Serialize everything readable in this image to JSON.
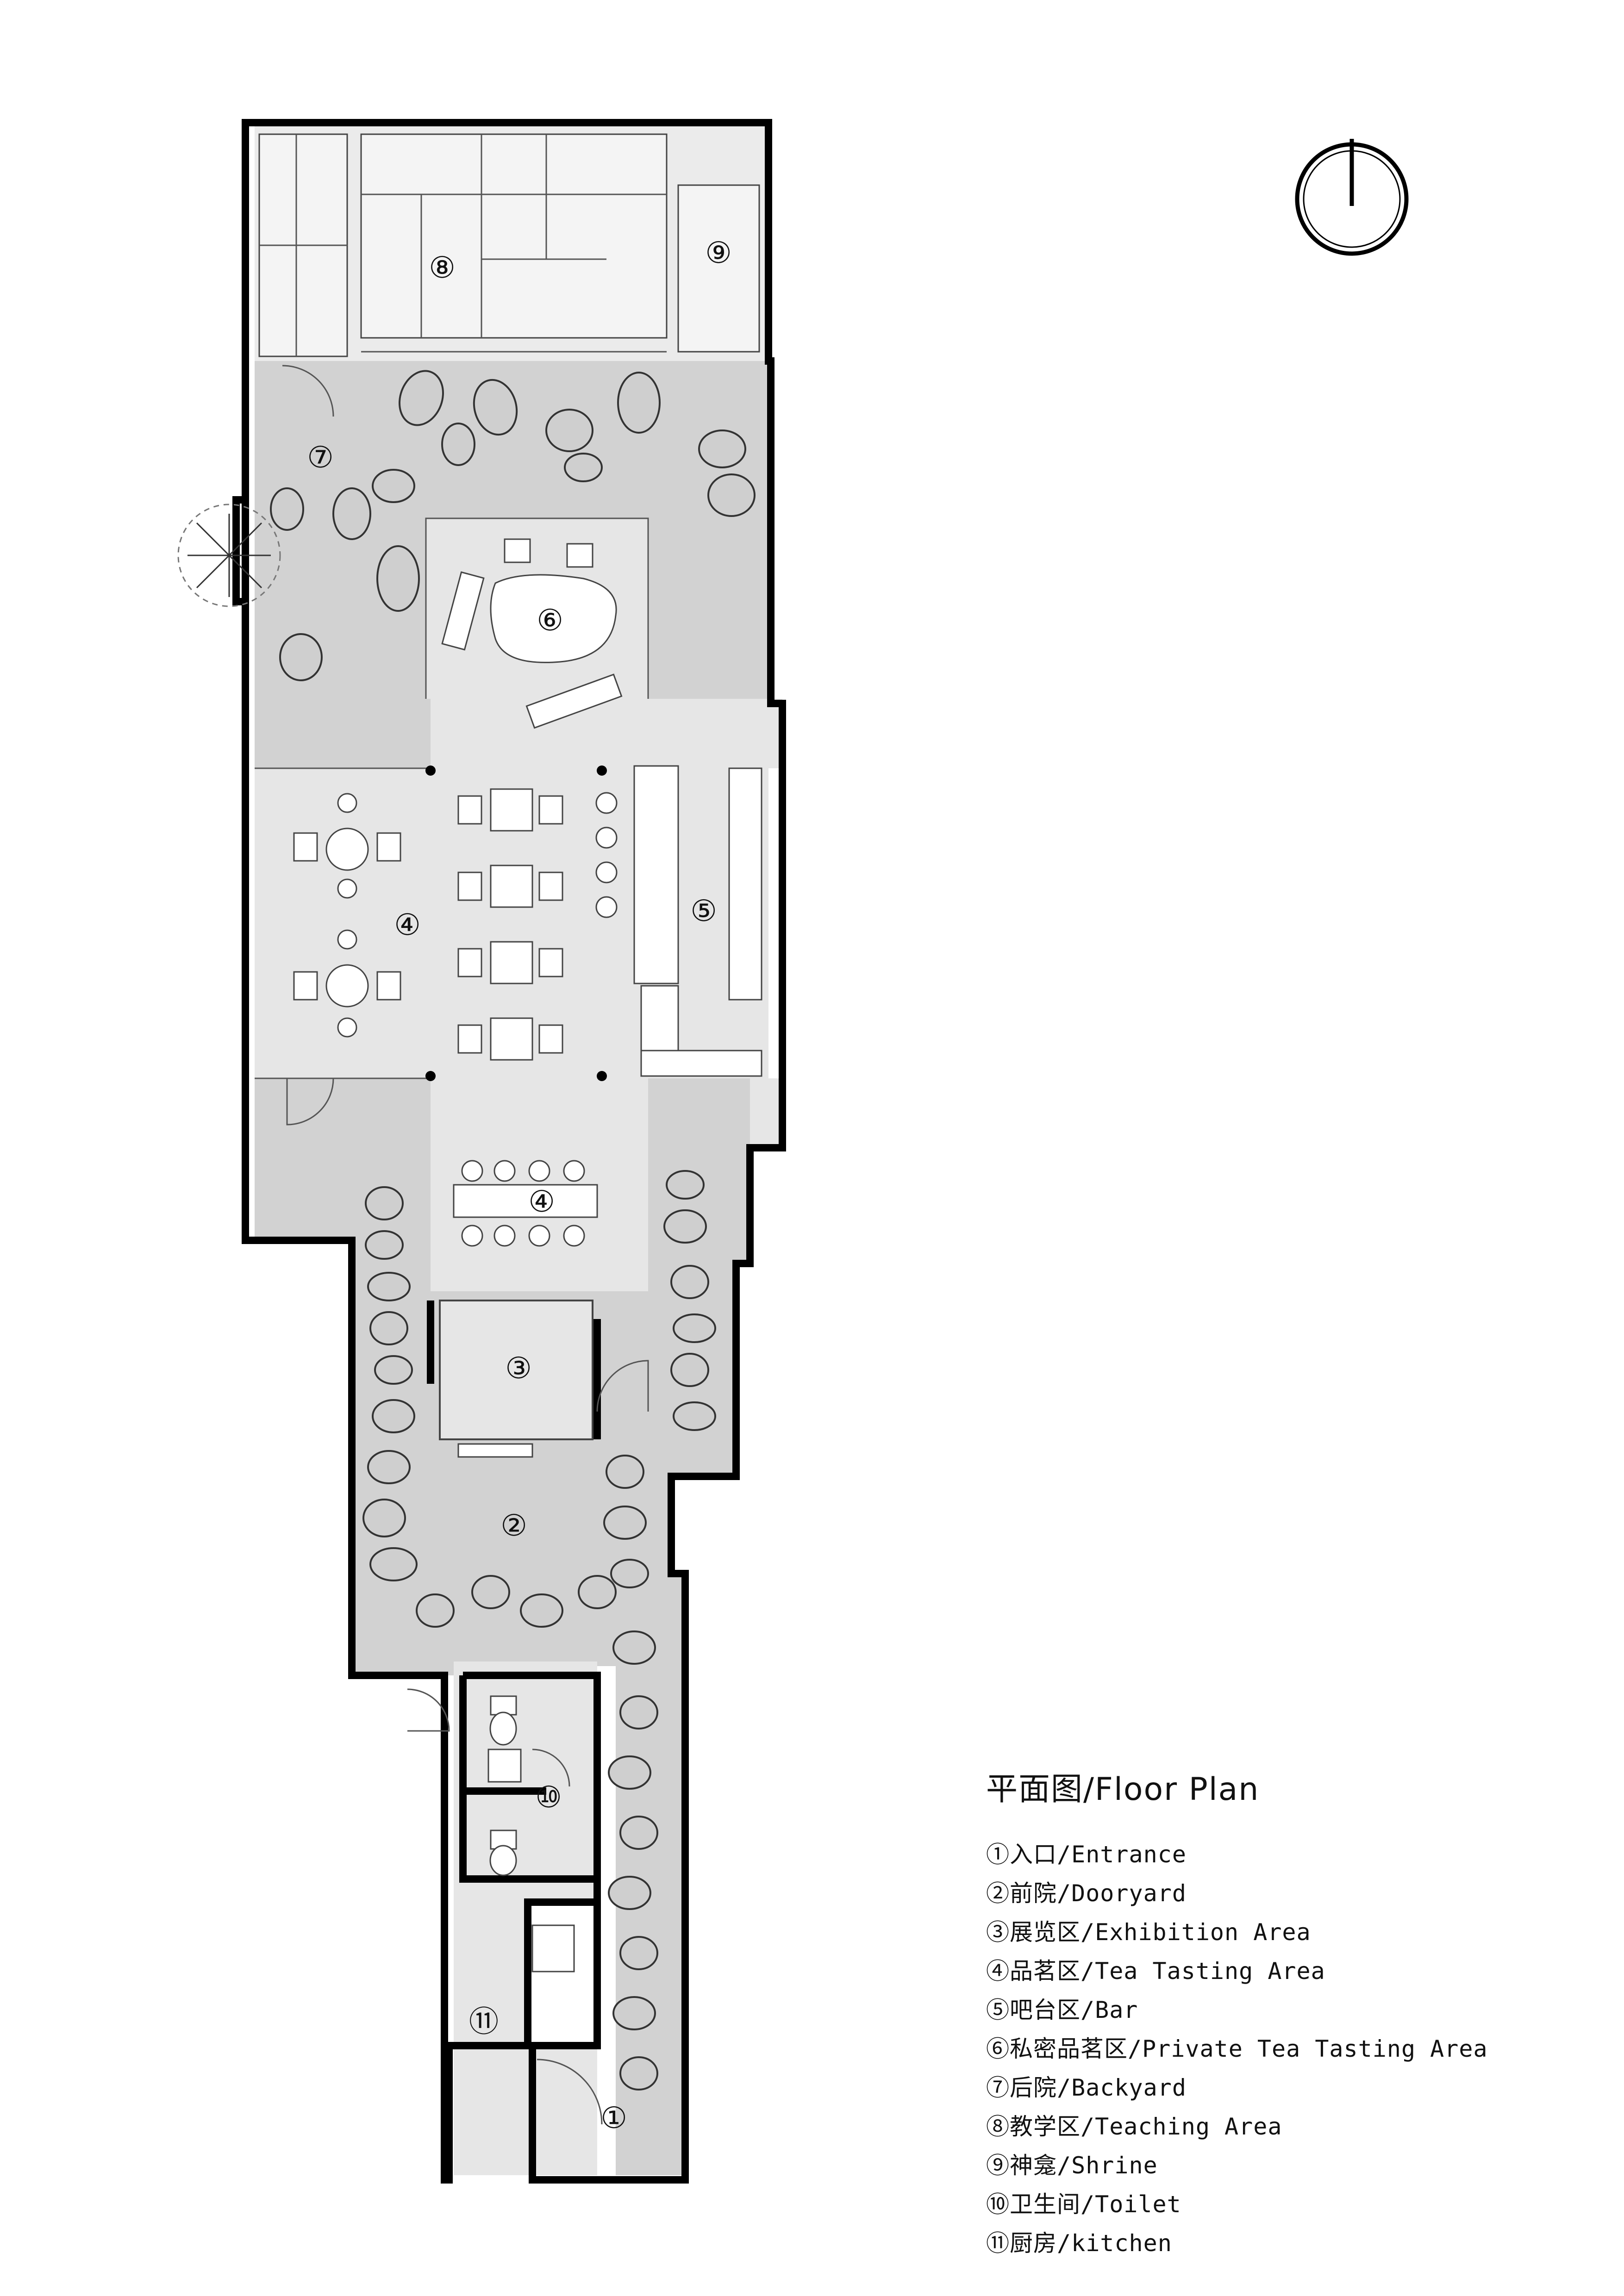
{
  "legend": {
    "title": "平面图/Floor Plan",
    "items": [
      "①入口/Entrance",
      "②前院/Dooryard",
      "③展览区/Exhibition Area",
      "④品茗区/Tea Tasting Area",
      "⑤吧台区/Bar",
      "⑥私密品茗区/Private Tea Tasting Area",
      "⑦后院/Backyard",
      "⑧教学区/Teaching Area",
      "⑨神龛/Shrine",
      "⑩卫生间/Toilet",
      "⑪厨房/kitchen"
    ]
  },
  "zones": {
    "entrance": "①",
    "dooryard": "②",
    "exhibition": "③",
    "tea_main": "④",
    "tea_annex": "④",
    "bar": "⑤",
    "private_tea": "⑥",
    "backyard": "⑦",
    "teaching": "⑧",
    "shrine": "⑨",
    "toilet": "⑩",
    "kitchen": "⑪"
  },
  "colors": {
    "wall": "#000000",
    "courtyard": "#d2d2d2",
    "interior": "#e6e6e6",
    "furniture": "#f4f4f4",
    "stone": "#cfcfcf"
  }
}
